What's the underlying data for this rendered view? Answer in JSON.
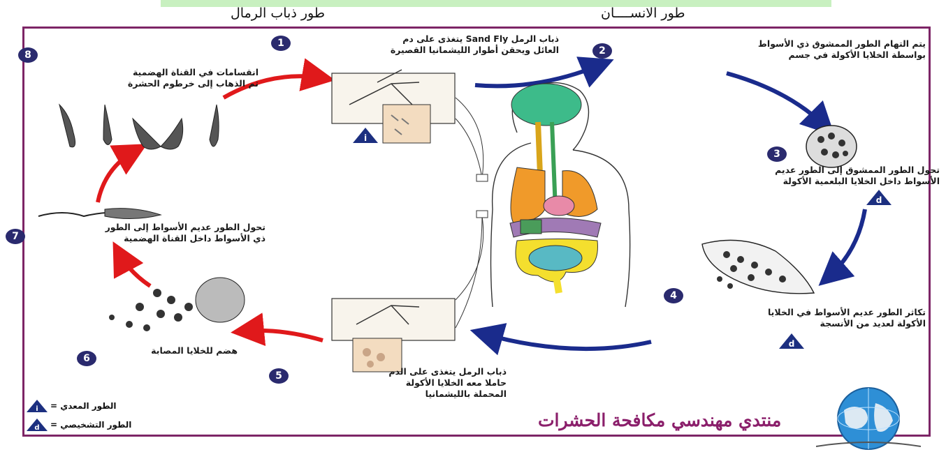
{
  "headers": {
    "sandfly_stage": "طور ذباب الرمال",
    "human_stage": "طور الانســــان"
  },
  "steps": [
    {
      "num": "1",
      "text_line1": "ذباب الرمل Sand Fly يتغذى على دم",
      "text_line2": "العائل ويحقن أطوار الليشمانيا القصيرة"
    },
    {
      "num": "2",
      "text_line1": "يتم التهام الطور الممشوق ذي الأسواط",
      "text_line2": "بواسطة الخلايا الأكولة في جسم"
    },
    {
      "num": "3",
      "text_line1": "تحول الطور الممشوق إلى الطور عديم",
      "text_line2": "الأسواط داخل الخلايا البلعمية الأكولة"
    },
    {
      "num": "4",
      "text_line1": "تكاثر الطور عديم الأسواط في الخلايا",
      "text_line2": "الأكولة لعديد من الأنسجة"
    },
    {
      "num": "5",
      "text_line1": "ذباب الرمل يتغذى على الدم",
      "text_line2": "حاملا معه الخلايا الأكولة",
      "text_line3": "المحملة بالليشمانيا"
    },
    {
      "num": "6",
      "text_line1": "هضم للخلايا المصابة"
    },
    {
      "num": "7",
      "text_line1": "تحول الطور عديم الأسواط إلى الطور",
      "text_line2": "ذي الأسواط داخل القناة الهضمية"
    },
    {
      "num": "8",
      "text_line1": "انقسامات في القناة الهضمية",
      "text_line2": "ثم الذهاب إلى خرطوم الحشرة"
    }
  ],
  "markers": {
    "infective": "i",
    "diagnostic": "d"
  },
  "legend": {
    "infective_label": "الطور المعدي =",
    "diagnostic_label": "الطور التشخيصي ="
  },
  "forum_name": "منتدي مهندسي مكافحة الحشرات",
  "colors": {
    "frame": "#7d2566",
    "badge": "#2a2a6e",
    "arrow_red": "#e0191b",
    "arrow_blue": "#1a2b8c",
    "forum_text": "#8b1f6b"
  }
}
